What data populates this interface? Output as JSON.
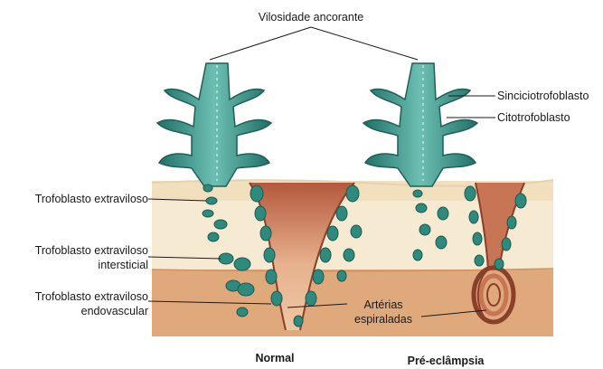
{
  "labels": {
    "anchoring_villus": "Vilosidade ancorante",
    "syncytiotrophoblast": "Sinciciotrofoblasto",
    "cytotrophoblast": "Citotrofoblasto",
    "extravillous": "Trofoblasto extraviloso",
    "interstitial_line1": "Trofoblasto extraviloso",
    "interstitial_line2": "intersticial",
    "endovascular_line1": "Trofoblasto extraviloso",
    "endovascular_line2": "endovascular",
    "spiral_arteries_line1": "Artérias",
    "spiral_arteries_line2": "espiraladas",
    "normal": "Normal",
    "preeclampsia": "Pré-eclâmpsia"
  },
  "colors": {
    "teal": "#2f8a7e",
    "teal_light": "#8fd0c6",
    "decidua": "#f6ead2",
    "myometrium": "#e0a97c",
    "artery": "#c9785a",
    "artery_dark": "#8a3f2a"
  }
}
